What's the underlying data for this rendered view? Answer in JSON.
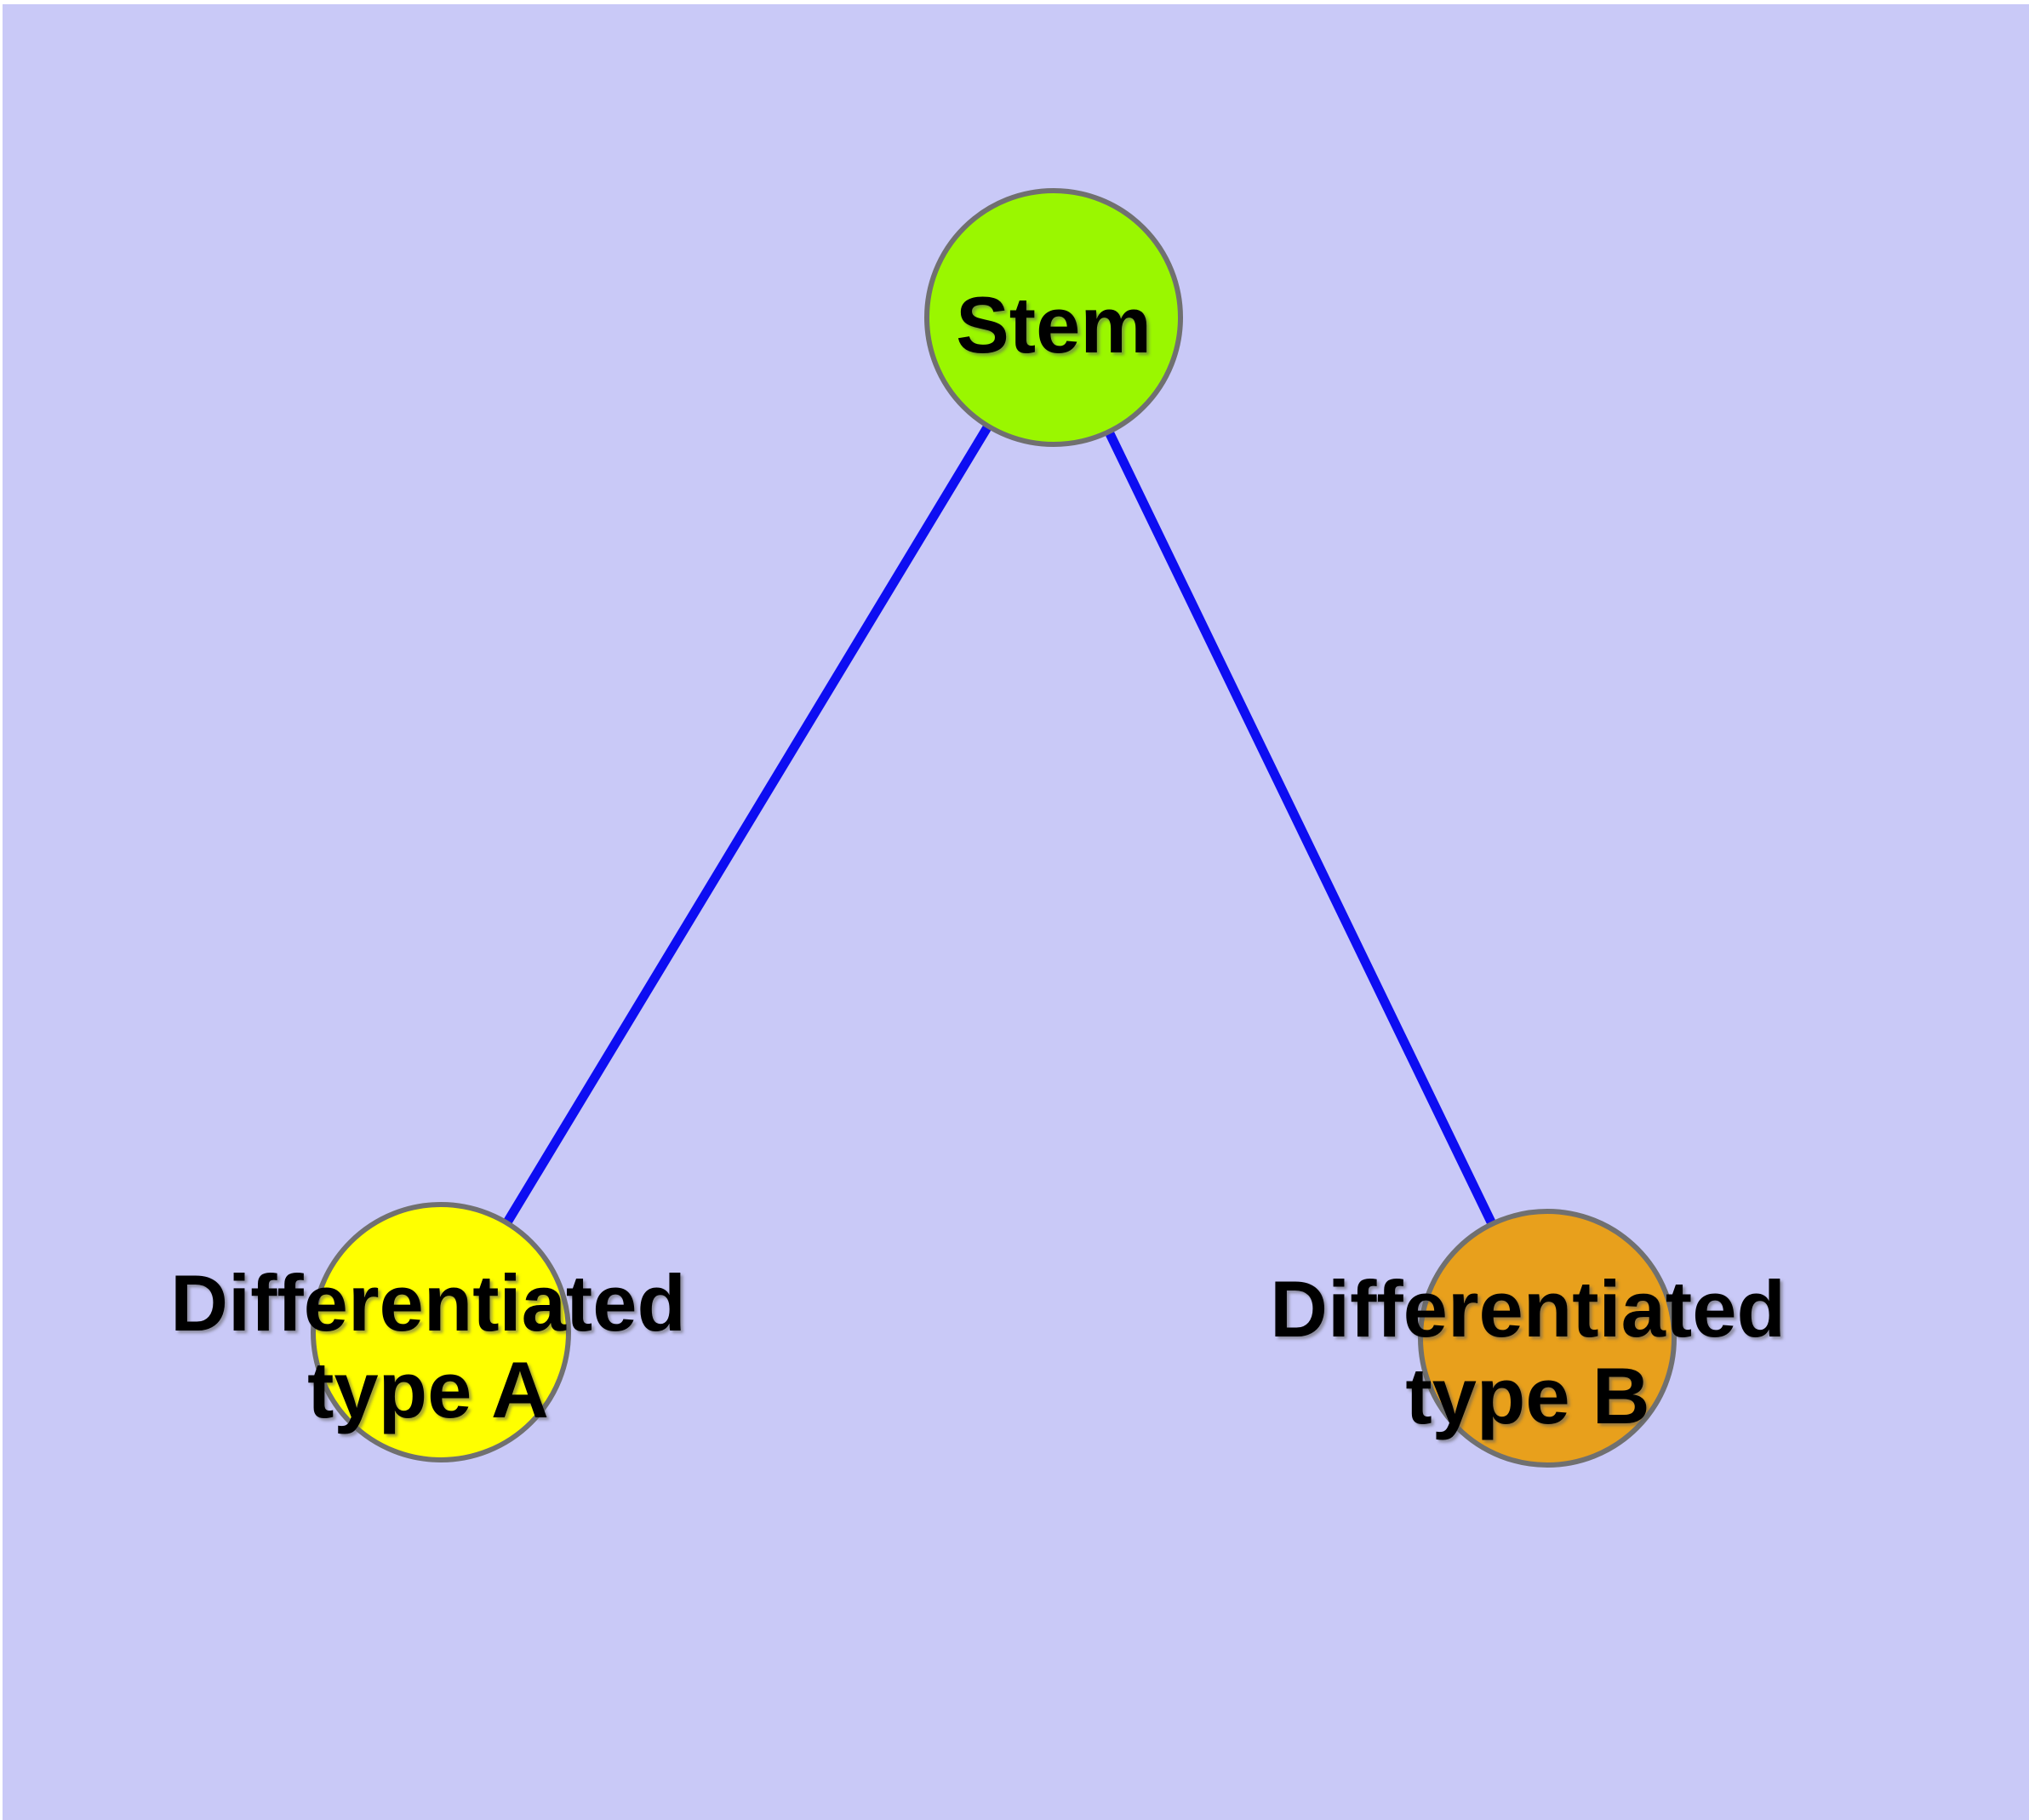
{
  "background_color": "#C9C9F7",
  "edge_color": "#0D0DF2",
  "node_border_color": "#707070",
  "label_color": "#000000",
  "nodes": [
    {
      "id": "stem",
      "label": "Stem",
      "lines": [
        "Stem"
      ],
      "color": "#9AF700"
    },
    {
      "id": "type-a",
      "label": "Differentiated type A",
      "lines": [
        "Differentiated",
        "type A"
      ],
      "color": "#FFFF00"
    },
    {
      "id": "type-b",
      "label": "Differentiated type B",
      "lines": [
        "Differentiated",
        "type B"
      ],
      "color": "#E8A01C"
    }
  ],
  "edges": [
    {
      "from": "stem",
      "to": "type-a"
    },
    {
      "from": "stem",
      "to": "type-b"
    }
  ]
}
